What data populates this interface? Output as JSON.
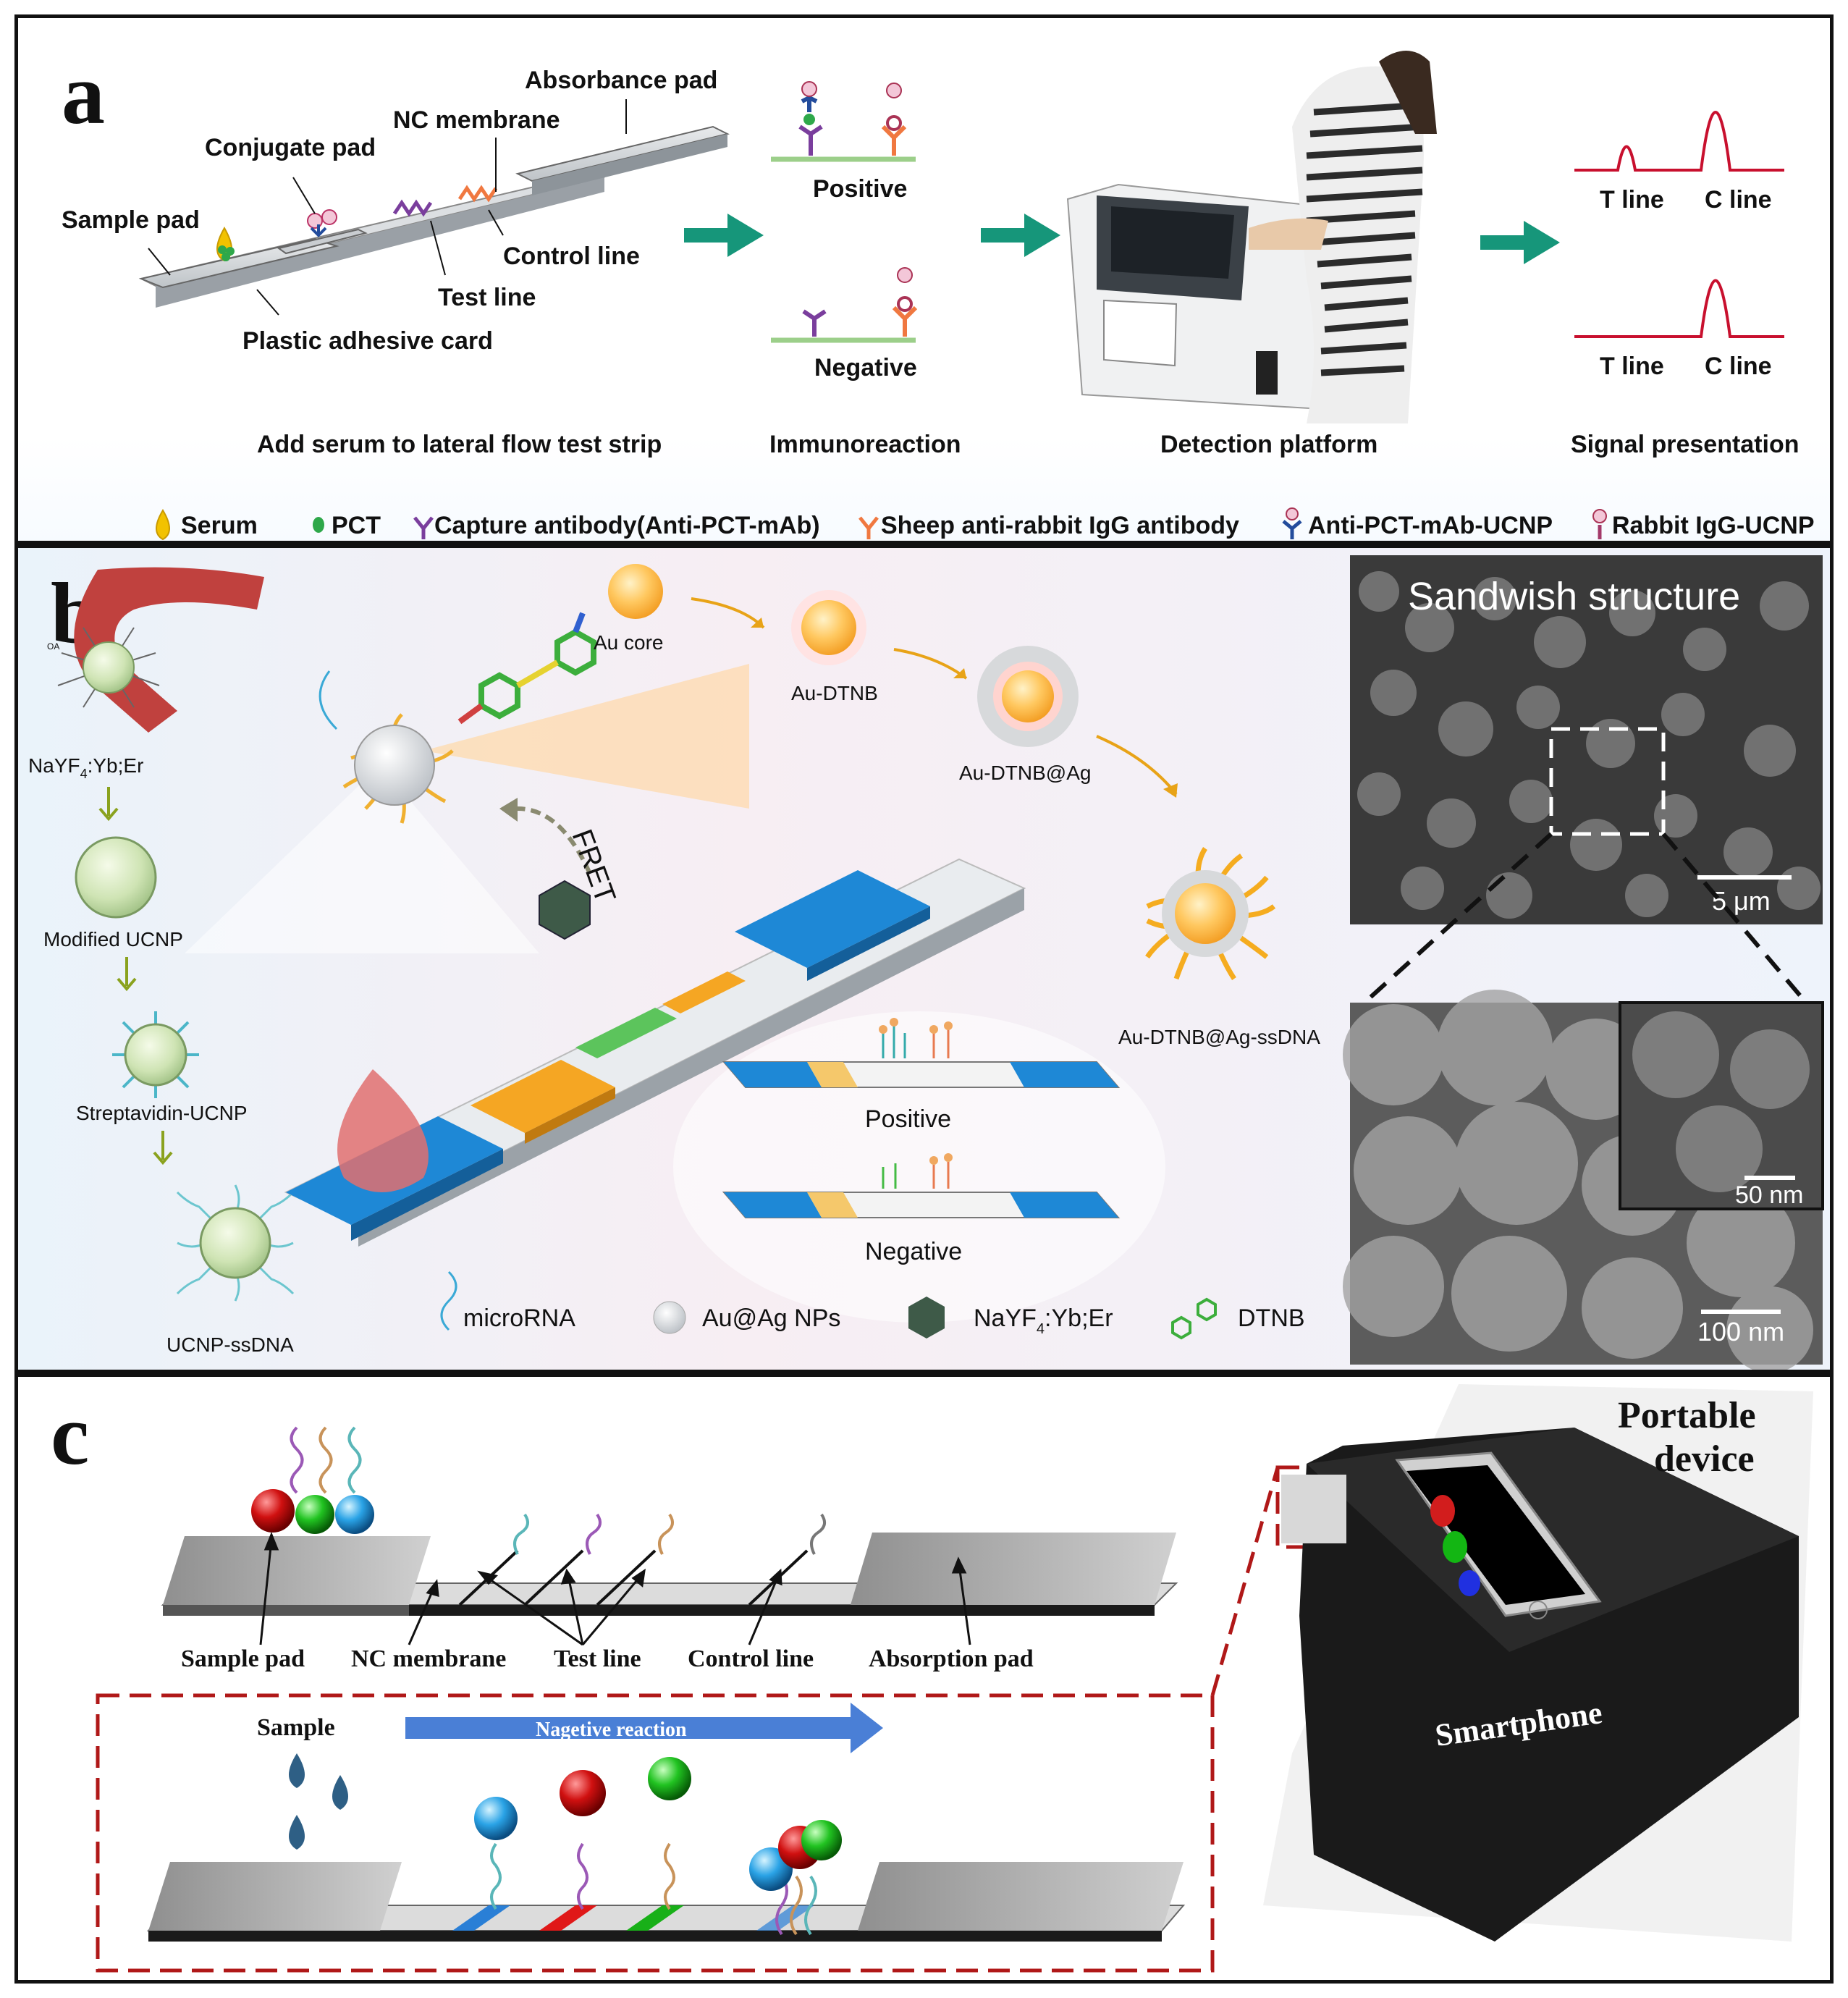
{
  "panel_a": {
    "letter": "a",
    "strip_labels": {
      "absorbance_pad": "Absorbance pad",
      "nc_membrane": "NC membrane",
      "conjugate_pad": "Conjugate pad",
      "sample_pad": "Sample pad",
      "control_line": "Control line",
      "test_line": "Test line",
      "plastic_card": "Plastic adhesive card"
    },
    "positive": "Positive",
    "negative": "Negative",
    "t_line_1": "T line",
    "c_line_1": "C line",
    "t_line_2": "T line",
    "c_line_2": "C line",
    "steps": {
      "step1": "Add serum to lateral flow test strip",
      "step2": "Immunoreaction",
      "step3": "Detection platform",
      "step4": "Signal presentation"
    },
    "legend": {
      "serum": "Serum",
      "pct": "PCT",
      "capture": "Capture antibody(Anti-PCT-mAb)",
      "sheep": "Sheep anti-rabbit IgG antibody",
      "anti_pct": "Anti-PCT-mAb-UCNP",
      "rabbit": "Rabbit IgG-UCNP"
    }
  },
  "panel_b": {
    "letter": "b",
    "au_core": "Au core",
    "au_dtnb": "Au-DTNB",
    "au_dtnb_ag": "Au-DTNB@Ag",
    "au_dtnb_ag_ssdna": "Au-DTNB@Ag-ssDNA",
    "fret": "FRET",
    "nayf4_main": "NaYF",
    "nayf4_sub": "4",
    "nayf4_tail": ":Yb;Er",
    "oa": "OA",
    "modified_ucnp": "Modified UCNP",
    "streptavidin_ucnp": "Streptavidin-UCNP",
    "ucnp_ssdna": "UCNP-ssDNA",
    "positive": "Positive",
    "negative": "Negative",
    "sem_title": "Sandwish structure",
    "scale_5um": "5 μm",
    "scale_50nm": "50 nm",
    "scale_100nm": "100 nm",
    "legend": {
      "microrna": "microRNA",
      "auag": "Au@Ag NPs",
      "nayf_main": "NaYF",
      "nayf_sub": "4",
      "nayf_tail": ":Yb;Er",
      "dtnb": "DTNB"
    }
  },
  "panel_c": {
    "letter": "c",
    "labels": {
      "sample_pad": "Sample pad",
      "nc_membrane": "NC membrane",
      "test_line": "Test line",
      "control_line": "Control line",
      "absorption_pad": "Absorption pad"
    },
    "sample": "Sample",
    "reaction": "Nagetive reaction",
    "portable_1": "Portable",
    "portable_2": "device",
    "smartphone": "Smartphone"
  },
  "colors": {
    "teal_arrow": "#16967a",
    "orange_arrow": "#e8a317",
    "signal_red": "#c8102e",
    "strip_blue": "#1e88d6",
    "strip_orange": "#f5a623",
    "dash_red": "#b01818"
  }
}
